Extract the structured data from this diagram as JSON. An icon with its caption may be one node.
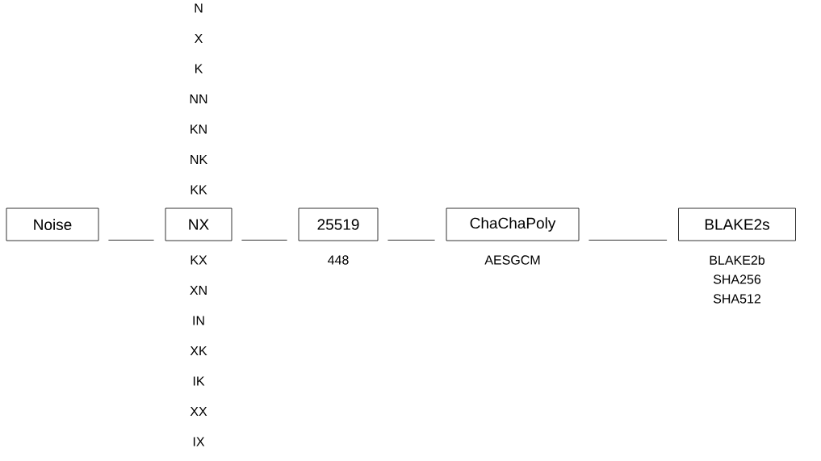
{
  "diagram": {
    "nodes": [
      {
        "text": [
          "Noise"
        ]
      },
      {
        "text": [
          "NX"
        ],
        "beside": [
          "N",
          "X",
          "K",
          "NN",
          "KN",
          "NK",
          "KK",
          "KX",
          "XN",
          "IN",
          "XK",
          "IK",
          "XX",
          "IX"
        ]
      },
      {
        "text": [
          "25519"
        ],
        "beside": [
          "448"
        ]
      },
      {
        "text": [
          "ChaChaPoly"
        ],
        "beside": [
          "AESGCM"
        ]
      },
      {
        "text": [
          "BLAKE2s"
        ],
        "beside": [
          "BLAKE2b",
          "SHA256",
          "SHA512"
        ]
      }
    ],
    "edges": [
      {
        "from": 0,
        "to": 1,
        "arrow": "none"
      },
      {
        "from": 1,
        "to": 2,
        "arrow": "none"
      },
      {
        "from": 2,
        "to": 3,
        "arrow": "none"
      },
      {
        "from": 3,
        "to": 4,
        "arrow": "none"
      }
    ]
  }
}
